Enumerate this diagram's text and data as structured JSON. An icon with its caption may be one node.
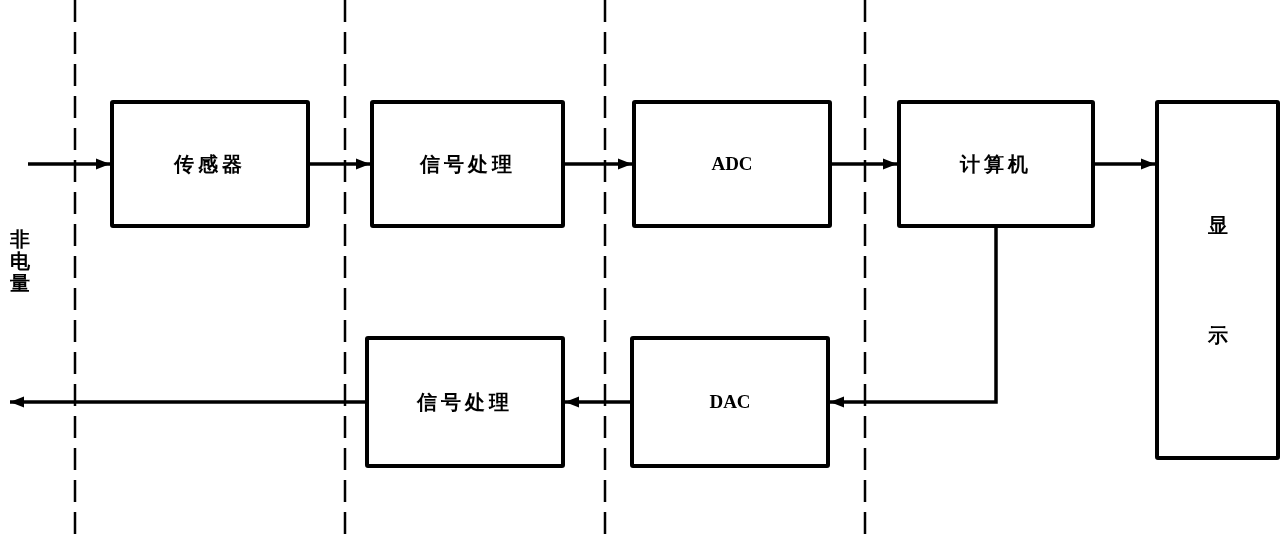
{
  "diagram": {
    "nodes": [
      {
        "text": [
          "传感器"
        ]
      },
      {
        "text": [
          "信号处理"
        ]
      },
      {
        "text": [
          "ADC"
        ]
      },
      {
        "text": [
          "计算机"
        ]
      },
      {
        "text": [
          "显示"
        ]
      },
      {
        "text": [
          "信号处理"
        ]
      },
      {
        "text": [
          "DAC"
        ]
      }
    ],
    "edges": [
      {
        "from": null,
        "to": 0,
        "arrow": "to"
      },
      {
        "from": 0,
        "to": 1,
        "arrow": "to"
      },
      {
        "from": 1,
        "to": 2,
        "arrow": "to"
      },
      {
        "from": 2,
        "to": 3,
        "arrow": "to"
      },
      {
        "from": 3,
        "to": 4,
        "arrow": "to"
      },
      {
        "from": 3,
        "to": 6,
        "arrow": "to"
      },
      {
        "from": 6,
        "to": 5,
        "arrow": "to"
      },
      {
        "from": 5,
        "to": null,
        "arrow": "to"
      }
    ],
    "labels": [
      "非电量"
    ]
  }
}
